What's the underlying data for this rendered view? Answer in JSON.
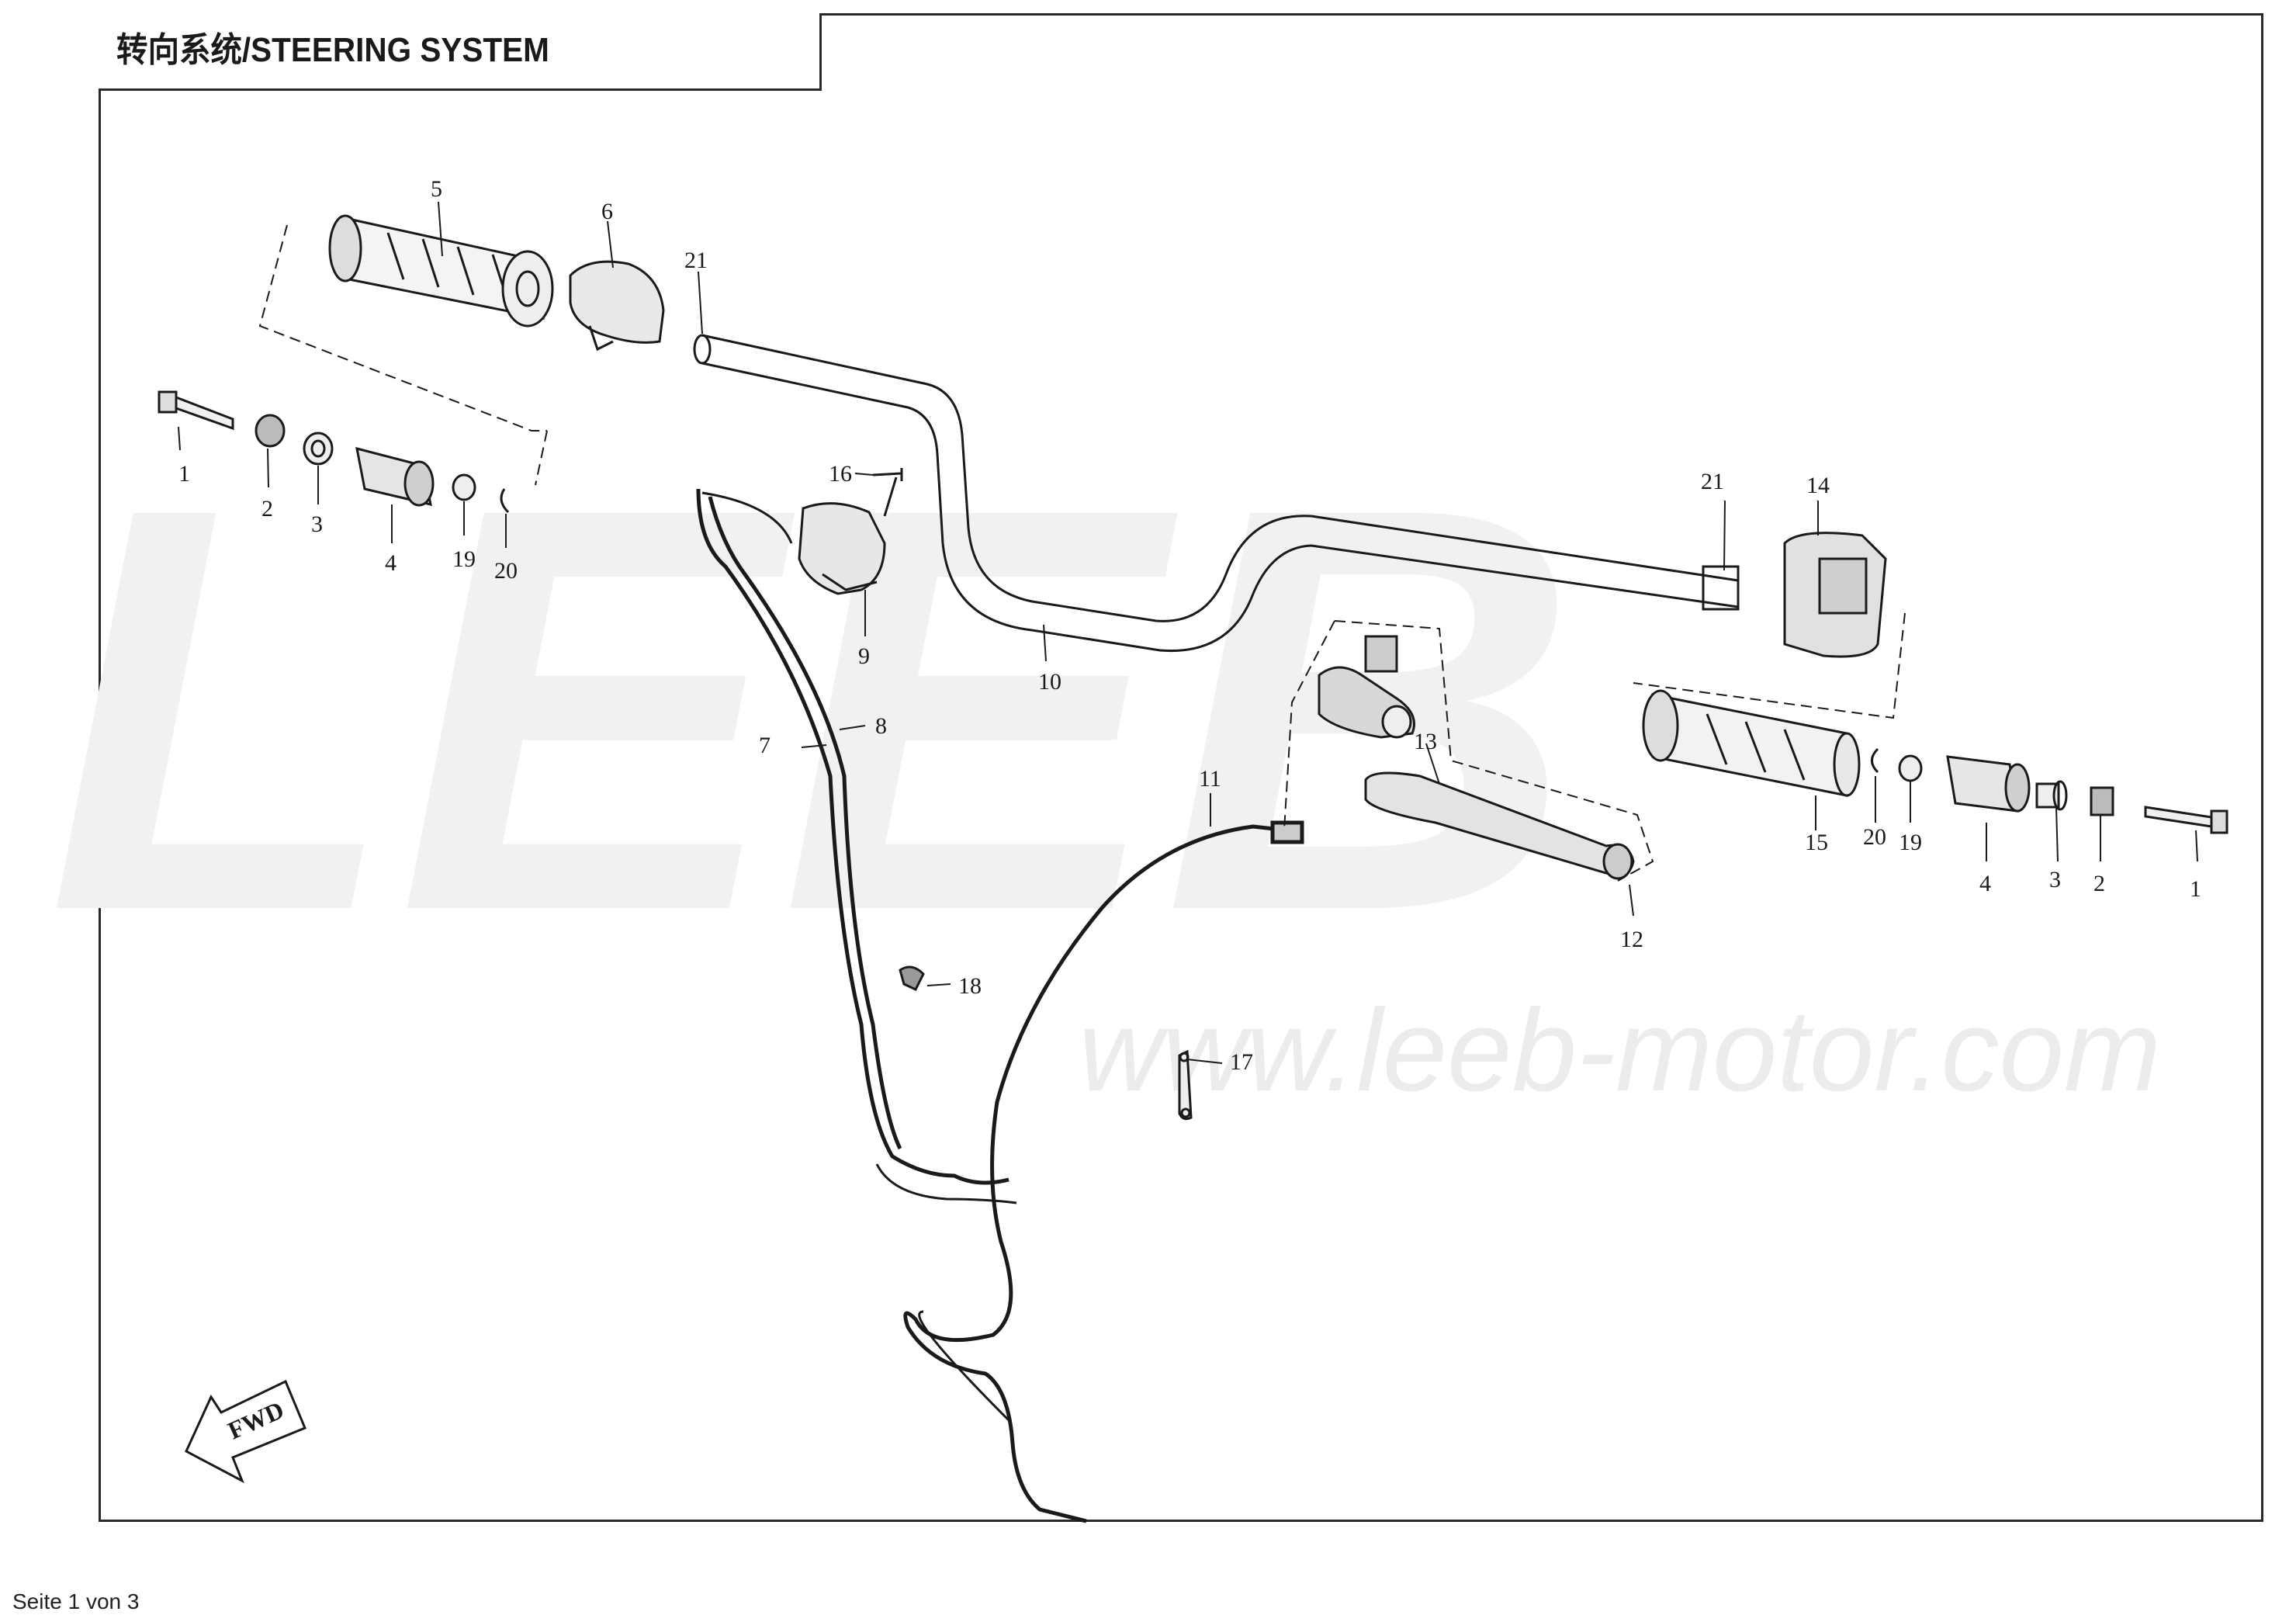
{
  "title": "转向系统/STEERING SYSTEM",
  "footer": "Seite 1 von 3",
  "watermark": {
    "logo": "LEEB",
    "url": "www.leeb-motor.com"
  },
  "direction_arrow": "FWD",
  "callouts": [
    "1",
    "2",
    "3",
    "4",
    "19",
    "20",
    "5",
    "6",
    "21",
    "16",
    "9",
    "10",
    "7",
    "8",
    "11",
    "18",
    "17",
    "13",
    "12",
    "21",
    "14",
    "15",
    "20",
    "19",
    "4",
    "3",
    "2",
    "1"
  ],
  "colors": {
    "ink": "#1a1a1a",
    "frame": "#2a2a2a",
    "watermark": "#efefef"
  }
}
